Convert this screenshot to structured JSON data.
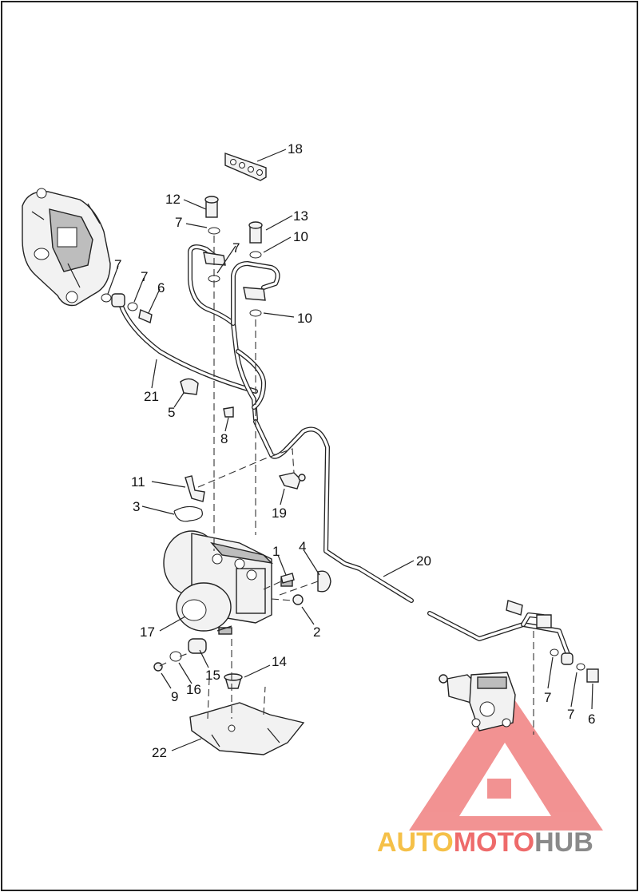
{
  "callouts": [
    {
      "id": "c18",
      "text": "18"
    },
    {
      "id": "c12",
      "text": "12"
    },
    {
      "id": "c13",
      "text": "13"
    },
    {
      "id": "c7a",
      "text": "7"
    },
    {
      "id": "c10a",
      "text": "10"
    },
    {
      "id": "c7b",
      "text": "7"
    },
    {
      "id": "c7c",
      "text": "7"
    },
    {
      "id": "c7d",
      "text": "7"
    },
    {
      "id": "c6a",
      "text": "6"
    },
    {
      "id": "c10b",
      "text": "10"
    },
    {
      "id": "c21",
      "text": "21"
    },
    {
      "id": "c5",
      "text": "5"
    },
    {
      "id": "c8",
      "text": "8"
    },
    {
      "id": "c11",
      "text": "11"
    },
    {
      "id": "c3",
      "text": "3"
    },
    {
      "id": "c19",
      "text": "19"
    },
    {
      "id": "c1",
      "text": "1"
    },
    {
      "id": "c4",
      "text": "4"
    },
    {
      "id": "c20",
      "text": "20"
    },
    {
      "id": "c2",
      "text": "2"
    },
    {
      "id": "c17",
      "text": "17"
    },
    {
      "id": "c14",
      "text": "14"
    },
    {
      "id": "c15",
      "text": "15"
    },
    {
      "id": "c16",
      "text": "16"
    },
    {
      "id": "c9",
      "text": "9"
    },
    {
      "id": "c7e",
      "text": "7"
    },
    {
      "id": "c7f",
      "text": "7"
    },
    {
      "id": "c6b",
      "text": "6"
    },
    {
      "id": "c22",
      "text": "22"
    }
  ],
  "watermark": {
    "part1": "AUTO",
    "part2": "MOTO",
    "part3": "HUB",
    "color_auto": "#f5c048",
    "color_moto": "#ee6b6b",
    "color_hub": "#8a8a8a",
    "triangle_color": "#f08080"
  },
  "colors": {
    "border": "#222222",
    "line": "#222222"
  }
}
